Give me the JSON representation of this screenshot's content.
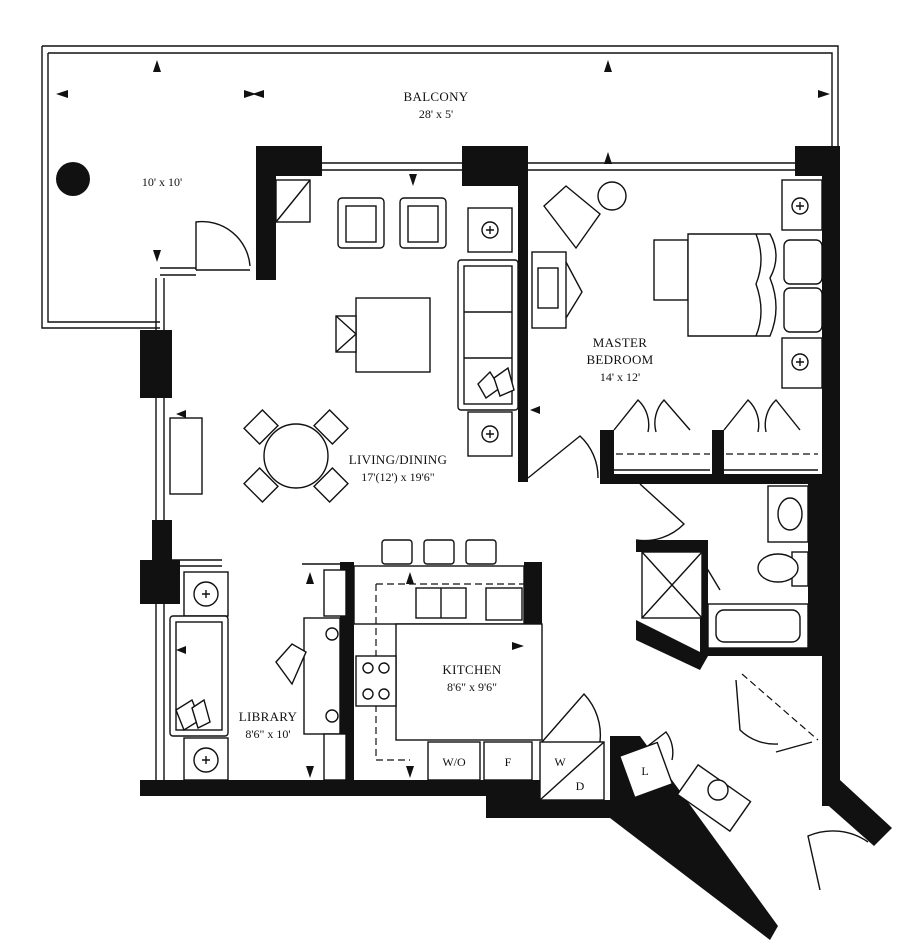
{
  "rooms": {
    "balcony": {
      "label": "BALCONY",
      "dims": "28' x 5'"
    },
    "balcony_side": {
      "dims": "10' x 10'"
    },
    "master_bedroom": {
      "label_line1": "MASTER",
      "label_line2": "BEDROOM",
      "dims": "14' x 12'"
    },
    "living_dining": {
      "label": "LIVING/DINING",
      "dims": "17'(12') x 19'6\""
    },
    "kitchen": {
      "label": "KITCHEN",
      "dims": "8'6\" x 9'6\""
    },
    "library": {
      "label": "LIBRARY",
      "dims": "8'6\" x 10'"
    }
  },
  "closets": {
    "wo": "W/O",
    "f": "F",
    "w": "W",
    "d": "D",
    "l": "L"
  }
}
